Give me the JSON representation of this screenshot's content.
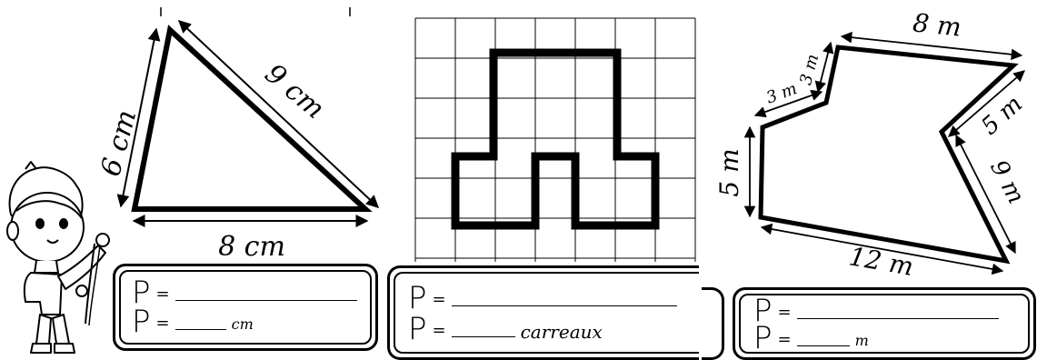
{
  "triangle": {
    "side_left": "6 cm",
    "side_hyp": "9 cm",
    "side_bottom": "8 cm",
    "answer": {
      "P": "P",
      "eq1": "=",
      "eq2": "=",
      "unit": "cm"
    }
  },
  "grid_figure": {
    "answer": {
      "P": "P",
      "eq1": "=",
      "eq2": "=",
      "unit": "carreaux"
    }
  },
  "polygon": {
    "side_top": "8 m",
    "side_small1": "3 m",
    "side_small2": "3 m",
    "side_right_upper": "5 m",
    "side_left": "5 m",
    "side_right_lower": "9 m",
    "side_bottom": "12 m",
    "answer": {
      "P": "P",
      "eq1": "=",
      "eq2": "=",
      "unit": "m"
    }
  }
}
